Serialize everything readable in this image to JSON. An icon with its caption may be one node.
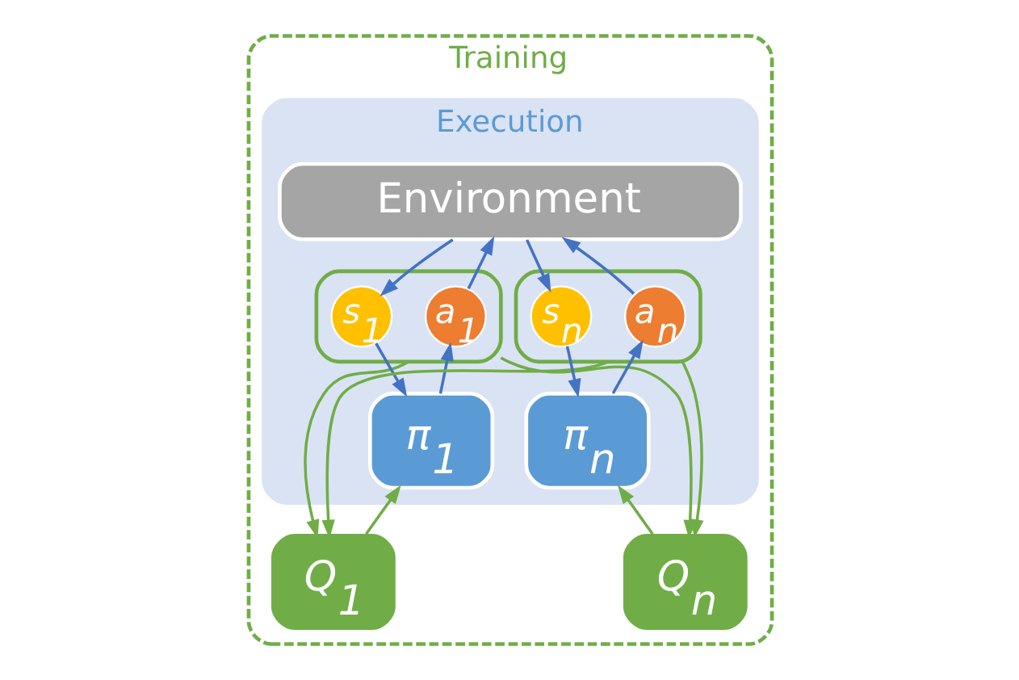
{
  "diagram": {
    "nodes": [
      {
        "text": [
          "Training"
        ]
      },
      {
        "text": [
          "Execution"
        ],
        "in": 0
      },
      {
        "text": [
          "Environment"
        ],
        "in": 1
      },
      {
        "text": [],
        "shape": "box",
        "in": 1
      },
      {
        "text": [
          "a$_{1}$"
        ],
        "in": 3
      },
      {
        "text": [
          "s$_{1}$"
        ],
        "in": 3
      },
      {
        "text": [
          "π$_{1}$"
        ],
        "in": 1
      },
      {
        "text": [],
        "shape": "box",
        "in": 1
      },
      {
        "text": [
          "a$_{n}$"
        ],
        "in": 7
      },
      {
        "text": [
          "s$_{n}$"
        ],
        "in": 7
      },
      {
        "text": [
          "π$_{n}$"
        ],
        "in": 1
      },
      {
        "text": [
          "Q$_{1}$"
        ],
        "in": 0
      },
      {
        "text": [
          "Q$_{n}$"
        ],
        "in": 0
      }
    ],
    "edges": [
      {
        "from": 4,
        "to": 2,
        "arrow": "to"
      },
      {
        "from": 2,
        "to": 5,
        "arrow": "to"
      },
      {
        "from": 6,
        "to": 4,
        "arrow": "to"
      },
      {
        "from": 5,
        "to": 6,
        "arrow": "to"
      },
      {
        "from": 8,
        "to": 2,
        "arrow": "to"
      },
      {
        "from": 2,
        "to": 9,
        "arrow": "to"
      },
      {
        "from": 10,
        "to": 8,
        "arrow": "to"
      },
      {
        "from": 9,
        "to": 10,
        "arrow": "to"
      },
      {
        "from": 11,
        "to": 6,
        "arrow": "to",
        "color": "#70ad47"
      },
      {
        "from": 12,
        "to": 10,
        "arrow": "to",
        "color": "#70ad47"
      },
      {
        "from": 3,
        "to": 11,
        "arrow": "to",
        "color": "#70ad47"
      },
      {
        "from": 3,
        "to": 12,
        "arrow": "to",
        "color": "#70ad47"
      },
      {
        "from": 7,
        "to": 11,
        "arrow": "to",
        "color": "#70ad47"
      },
      {
        "from": 7,
        "to": 12,
        "arrow": "to",
        "color": "#70ad47"
      }
    ]
  }
}
